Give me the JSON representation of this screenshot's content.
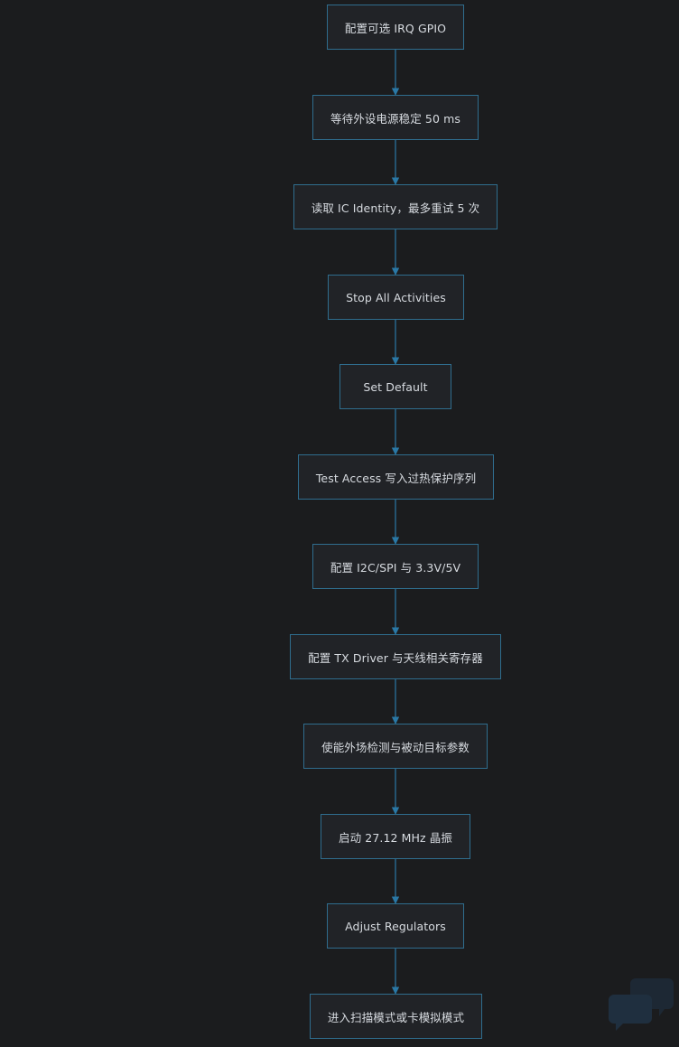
{
  "flow": {
    "steps": [
      "配置可选 IRQ GPIO",
      "等待外设电源稳定 50 ms",
      "读取 IC Identity，最多重试 5 次",
      "Stop All Activities",
      "Set Default",
      "Test Access 写入过热保护序列",
      "配置 I2C/SPI 与 3.3V/5V",
      "配置 TX Driver 与天线相关寄存器",
      "使能外场检测与被动目标参数",
      "启动 27.12 MHz 晶振",
      "Adjust Regulators",
      "进入扫描模式或卡模拟模式"
    ]
  },
  "colors": {
    "background": "#1b1c1e",
    "node_fill": "#212327",
    "node_border": "#2f6d8e",
    "edge": "#2a78a6",
    "text": "#d7dbe0"
  },
  "icons": {
    "watermark": "chat-bubble-watermark-icon"
  }
}
